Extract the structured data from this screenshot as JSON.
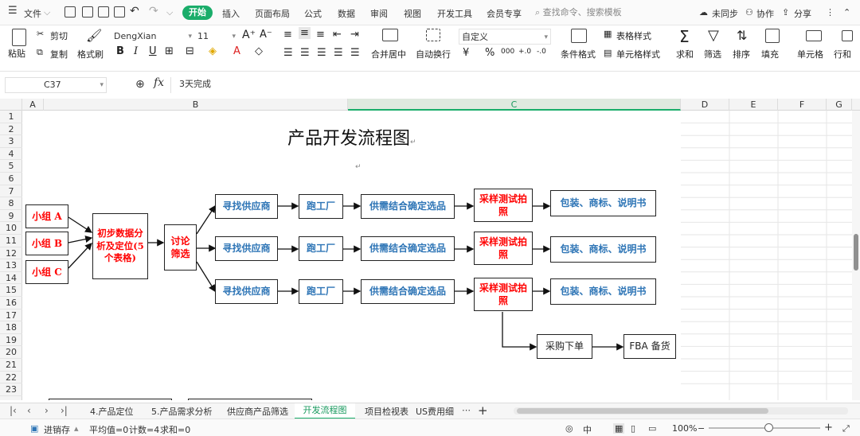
{
  "menubar": {
    "file_label": "文件",
    "tabs": [
      "开始",
      "插入",
      "页面布局",
      "公式",
      "数据",
      "审阅",
      "视图",
      "开发工具",
      "会员专享"
    ],
    "search_placeholder": "查找命令、搜索模板",
    "right": [
      "未同步",
      "协作",
      "分享"
    ]
  },
  "ribbon": {
    "paste": "粘贴",
    "cut": "剪切",
    "copy": "复制",
    "format_painter": "格式刷",
    "font_name": "DengXian",
    "font_size": "11",
    "bold": "B",
    "italic": "I",
    "underline": "U",
    "merge_center": "合并居中",
    "wrap_text": "自动换行",
    "number_format": "自定义",
    "currency": "¥",
    "percent": "%",
    "thousands": "000",
    "dec_inc": "+.0",
    "dec_dec": "-.0",
    "conditional_format": "条件格式",
    "table_style": "表格样式",
    "cell_style": "单元格样式",
    "sum": "求和",
    "filter": "筛选",
    "sort": "排序",
    "fill": "填充",
    "cell": "单元格",
    "row_col": "行和"
  },
  "formula_bar": {
    "cell_ref": "C37",
    "fx": "fx",
    "value": "3天完成"
  },
  "grid": {
    "columns": [
      "A",
      "B",
      "C",
      "D",
      "E",
      "F",
      "G"
    ],
    "rows": [
      "1",
      "2",
      "3",
      "4",
      "5",
      "6",
      "7",
      "8",
      "9",
      "10",
      "11",
      "12",
      "13",
      "14",
      "15",
      "16",
      "17",
      "18",
      "19",
      "20",
      "21",
      "22",
      "23"
    ],
    "selected_column": "C"
  },
  "diagram": {
    "title": "产品开发流程图",
    "group_a": "小组 A",
    "group_b": "小组 B",
    "group_c": "小组 C",
    "analysis": "初步数据分析及定位(5个表格)",
    "discuss": "讨论筛选",
    "find_supplier": "寻找供应商",
    "visit_factory": "跑工厂",
    "determine_selection": "供需结合确定选品",
    "sample_test": "采样测试拍照",
    "packaging": "包装、商标、说明书",
    "purchase": "采购下单",
    "fba": "FBA 备货"
  },
  "sheet_tabs": [
    "4.产品定位",
    "5.产品需求分析",
    "供应商产品筛选",
    "开发流程图",
    "项目检视表",
    "US费用细"
  ],
  "active_sheet": "开发流程图",
  "status": {
    "mode": "进销存",
    "average": "平均值=0",
    "count": "计数=4",
    "sum": "求和=0",
    "zoom": "100%"
  }
}
